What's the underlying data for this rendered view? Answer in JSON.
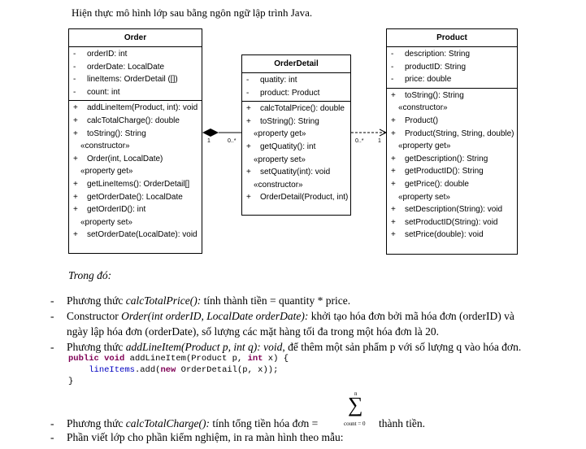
{
  "intro": "Hiện thực mô hình lớp sau bằng ngôn ngữ lập trình Java.",
  "order": {
    "title": "Order",
    "attributes": [
      {
        "sym": "-",
        "text": "orderID: int"
      },
      {
        "sym": "-",
        "text": "orderDate: LocalDate"
      },
      {
        "sym": "-",
        "text": "lineItems: OrderDetail ([])"
      },
      {
        "sym": "-",
        "text": "count: int"
      }
    ],
    "methods": [
      {
        "sym": "+",
        "text": "addLineItem(Product, int): void"
      },
      {
        "sym": "+",
        "text": "calcTotalCharge(): double"
      },
      {
        "sym": "+",
        "text": "toString(): String"
      },
      {
        "stereo": "«constructor»"
      },
      {
        "sym": "+",
        "text": "Order(int, LocalDate)"
      },
      {
        "stereo": "«property get»"
      },
      {
        "sym": "+",
        "text": "getLineItems(): OrderDetail[]"
      },
      {
        "sym": "+",
        "text": "getOrderDate(): LocalDate"
      },
      {
        "sym": "+",
        "text": "getOrderID(): int"
      },
      {
        "stereo": "«property set»"
      },
      {
        "sym": "+",
        "text": "setOrderDate(LocalDate): void"
      }
    ]
  },
  "orderdetail": {
    "title": "OrderDetail",
    "attributes": [
      {
        "sym": "-",
        "text": "quatity: int"
      },
      {
        "sym": "-",
        "text": "product: Product"
      }
    ],
    "methods": [
      {
        "sym": "+",
        "text": "calcTotalPrice(): double"
      },
      {
        "sym": "+",
        "text": "toString(): String"
      },
      {
        "stereo": "«property get»"
      },
      {
        "sym": "+",
        "text": "getQuatity(): int"
      },
      {
        "stereo": "«property set»"
      },
      {
        "sym": "+",
        "text": "setQuatity(int): void"
      },
      {
        "stereo": "«constructor»"
      },
      {
        "sym": "+",
        "text": "OrderDetail(Product, int)"
      }
    ]
  },
  "product": {
    "title": "Product",
    "attributes": [
      {
        "sym": "-",
        "text": "description: String"
      },
      {
        "sym": "-",
        "text": "productID: String"
      },
      {
        "sym": "-",
        "text": "price: double"
      }
    ],
    "methods": [
      {
        "sym": "+",
        "text": "toString(): String"
      },
      {
        "stereo": "«constructor»"
      },
      {
        "sym": "+",
        "text": "Product()"
      },
      {
        "sym": "+",
        "text": "Product(String, String, double)"
      },
      {
        "stereo": "«property get»"
      },
      {
        "sym": "+",
        "text": "getDescription(): String"
      },
      {
        "sym": "+",
        "text": "getProductID(): String"
      },
      {
        "sym": "+",
        "text": "getPrice(): double"
      },
      {
        "stereo": "«property set»"
      },
      {
        "sym": "+",
        "text": "setDescription(String): void"
      },
      {
        "sym": "+",
        "text": "setProductID(String): void"
      },
      {
        "sym": "+",
        "text": "setPrice(double): void"
      }
    ]
  },
  "multiplicity": {
    "order_side": "1",
    "detail_side_left": "0..*",
    "detail_side_right": "0..*",
    "product_side": "1"
  },
  "trong_do": "Trong đó:",
  "bullets": {
    "b1_pre": "Phương thức ",
    "b1_it": "calcTotalPrice():",
    "b1_post": " tính thành tiền = quantity * price.",
    "b2_pre": "Constructor ",
    "b2_it": "Order(int orderID, LocalDate orderDate):",
    "b2_post": " khởi tạo hóa đơn bởi mã hóa đơn (orderID) và",
    "b2_line2": "ngày lập hóa đơn (orderDate), số lượng các mặt hàng tối đa trong một hóa đơn là 20.",
    "b3_pre": "Phương thức ",
    "b3_it": "addLineItem(Product p, int q): void",
    "b3_post": ", để thêm một sản phẩm p với số lượng q vào hóa đơn.",
    "b4_pre": "Phương thức ",
    "b4_it": "calcTotalCharge():",
    "b4_post": " tính tổng tiền hóa đơn = ",
    "b4_tail": "thành tiền.",
    "b5": "Phần viết lớp cho phần kiểm nghiệm, in ra màn hình theo mẫu:"
  },
  "code": {
    "l1_kw1": "public",
    "l1_kw2": "void",
    "l1_a": " addLineItem(Product p, ",
    "l1_kw3": "int",
    "l1_b": " x) {",
    "l2_field": "lineItems",
    "l2_a": ".add(",
    "l2_kw": "new",
    "l2_b": " OrderDetail(p, x));",
    "l3": "}"
  },
  "sum": {
    "sigma": "∑",
    "upper": "n",
    "lower": "count = 0"
  },
  "bullet_char": "-"
}
